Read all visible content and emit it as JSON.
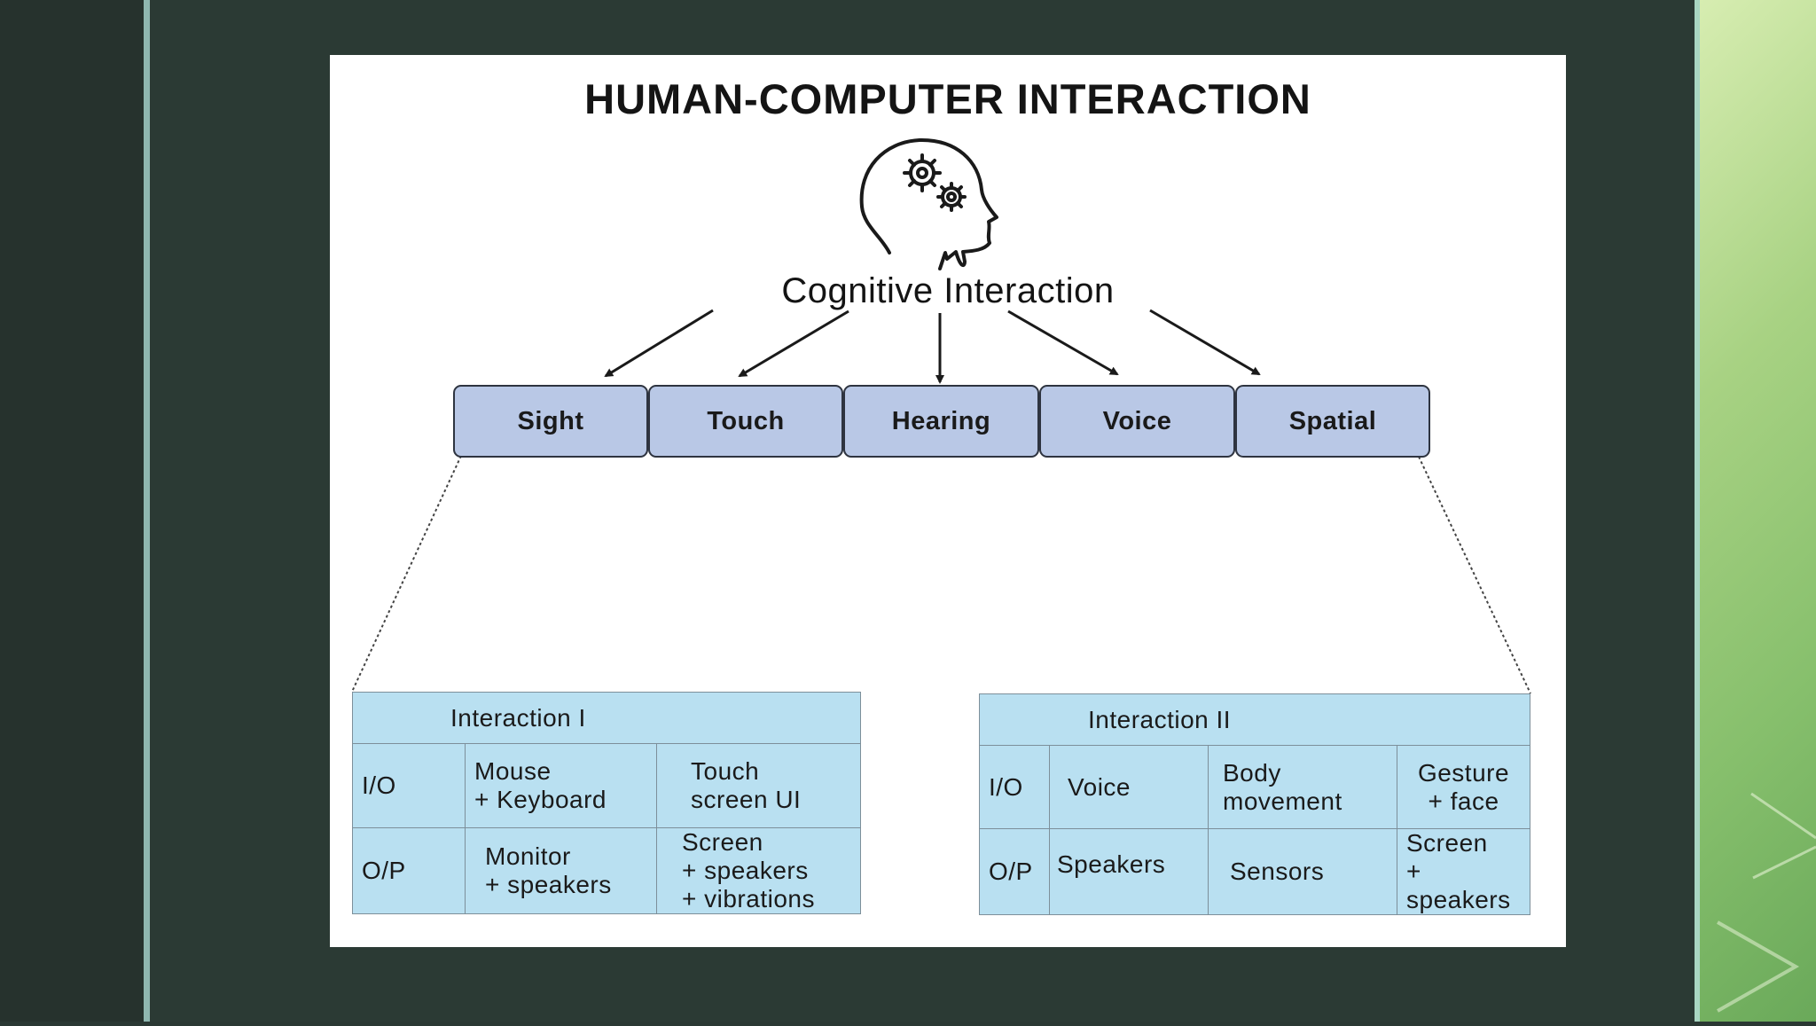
{
  "diagram": {
    "title": "HUMAN-COMPUTER INTERACTION",
    "root_label": "Cognitive Interaction",
    "root_icon": "head-with-gears-icon",
    "modalities": [
      "Sight",
      "Touch",
      "Hearing",
      "Voice",
      "Spatial"
    ],
    "interaction_1": {
      "header": "Interaction I",
      "rows": [
        [
          "I/O",
          "Mouse\n+ Keyboard",
          "Touch\nscreen UI"
        ],
        [
          "O/P",
          "Monitor\n+ speakers",
          "Screen\n+ speakers\n+ vibrations"
        ]
      ]
    },
    "interaction_2": {
      "header": "Interaction II",
      "rows": [
        [
          "I/O",
          "Voice",
          "Body\nmovement",
          "Gesture\n+ face"
        ],
        [
          "O/P",
          "Speakers",
          "Sensors",
          "Screen\n+\nspeakers"
        ]
      ]
    },
    "colors": {
      "box_fill": "#b9c8e6",
      "table_fill": "#b9e0f1",
      "background": "#2b3a34"
    }
  }
}
